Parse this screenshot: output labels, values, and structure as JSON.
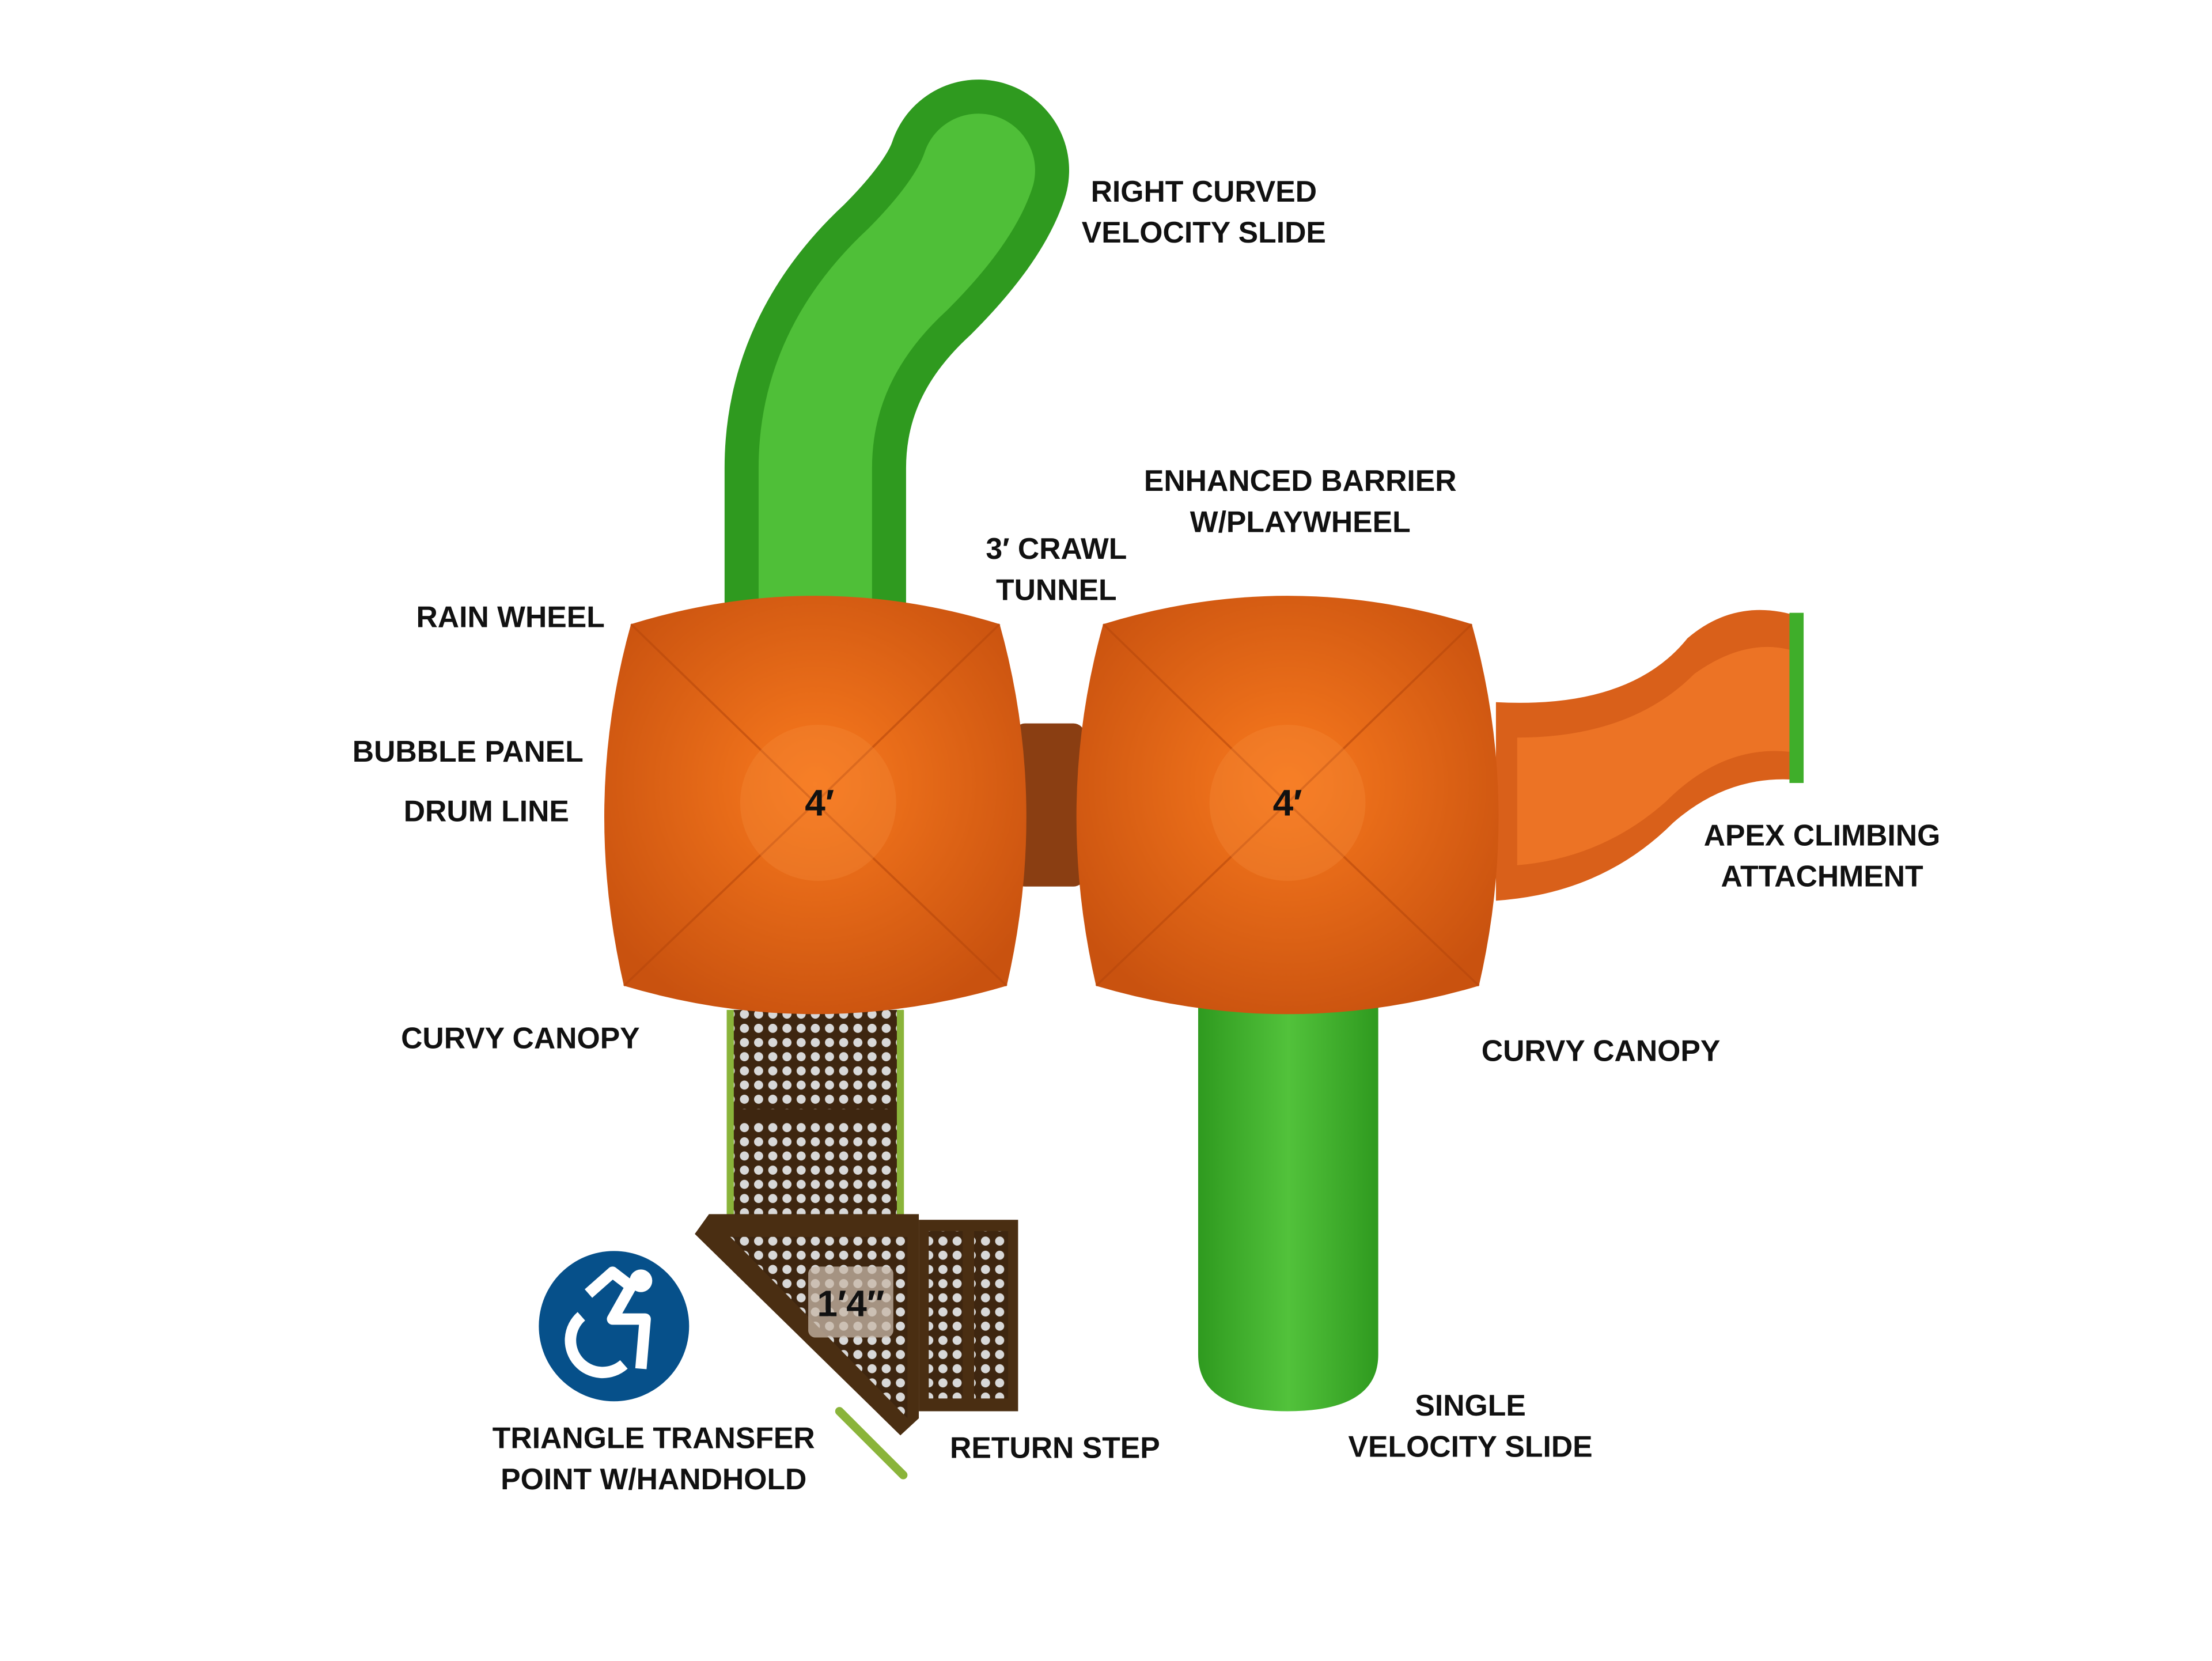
{
  "labels": {
    "right_curved_slide": [
      "RIGHT CURVED",
      "VELOCITY SLIDE"
    ],
    "enhanced_barrier": [
      "ENHANCED BARRIER",
      "W/PLAYWHEEL"
    ],
    "crawl_tunnel": [
      "3′ CRAWL",
      "TUNNEL"
    ],
    "rain_wheel": "RAIN WHEEL",
    "bubble_panel": "BUBBLE PANEL",
    "drum_line": "DRUM LINE",
    "apex_climbing": [
      "APEX CLIMBING",
      "ATTACHMENT"
    ],
    "curvy_canopy_left": "CURVY CANOPY",
    "curvy_canopy_right": "CURVY CANOPY",
    "single_slide": [
      "SINGLE",
      "VELOCITY SLIDE"
    ],
    "triangle_transfer": [
      "TRIANGLE TRANSFER",
      "POINT W/HANDHOLD"
    ],
    "return_step": "RETURN STEP"
  },
  "heights": {
    "left_deck": "4′",
    "right_deck": "4′",
    "transfer_point": "1′4″"
  },
  "icons": {
    "accessibility": "wheelchair-accessible-icon"
  },
  "colors": {
    "slide_green": "#3fae2a",
    "canopy_orange": "#e8661a",
    "steel_brown": "#4a2e12",
    "access_blue": "#06508a"
  }
}
